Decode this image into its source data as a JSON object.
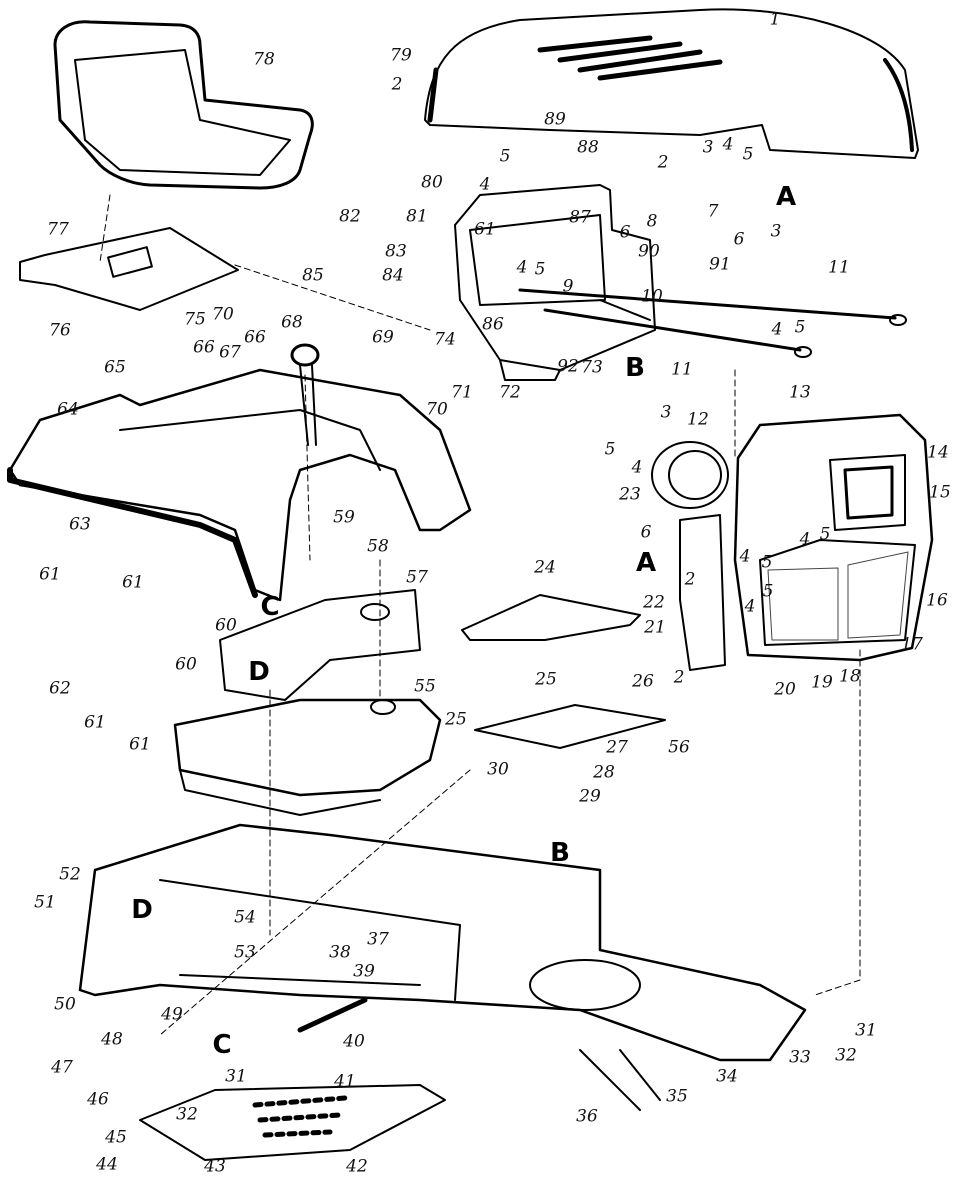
{
  "callouts": [
    "1",
    "2",
    "3",
    "4",
    "5",
    "6",
    "7",
    "8",
    "9",
    "10",
    "11",
    "12",
    "13",
    "14",
    "15",
    "16",
    "17",
    "18",
    "19",
    "20",
    "21",
    "22",
    "23",
    "24",
    "25",
    "26",
    "27",
    "28",
    "29",
    "30",
    "31",
    "32",
    "33",
    "34",
    "35",
    "36",
    "37",
    "38",
    "39",
    "40",
    "41",
    "42",
    "43",
    "44",
    "45",
    "46",
    "47",
    "48",
    "49",
    "50",
    "51",
    "52",
    "53",
    "54",
    "55",
    "56",
    "57",
    "58",
    "59",
    "60",
    "61",
    "62",
    "63",
    "64",
    "65",
    "66",
    "67",
    "68",
    "69",
    "70",
    "71",
    "72",
    "73",
    "74",
    "75",
    "76",
    "77",
    "78",
    "79",
    "80",
    "81",
    "82",
    "83",
    "84",
    "85",
    "86",
    "87",
    "88",
    "89",
    "90",
    "91",
    "92"
  ],
  "refs": {
    "a": "A",
    "b": "B",
    "c": "C",
    "d": "D"
  },
  "colors": {
    "ink": "#000000",
    "paper": "#ffffff"
  }
}
